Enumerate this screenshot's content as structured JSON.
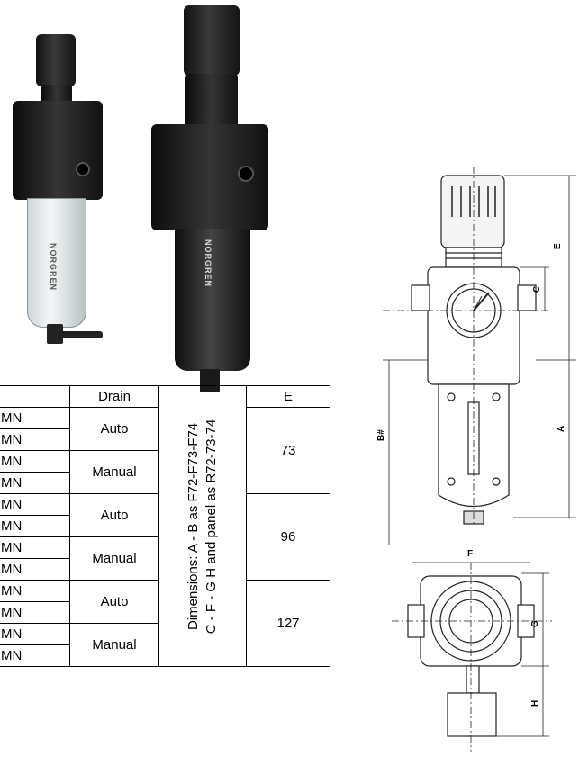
{
  "products": {
    "left_brand": "NORGREN",
    "right_brand": "NORGREN"
  },
  "table": {
    "headers": {
      "model": "",
      "drain": "Drain",
      "dims": "",
      "e": "E"
    },
    "rows": [
      {
        "model": "MN",
        "drain": "Auto",
        "e": "73"
      },
      {
        "model": "MN",
        "drain": "",
        "e": ""
      },
      {
        "model": "MN",
        "drain": "Manual",
        "e": ""
      },
      {
        "model": "MN",
        "drain": "",
        "e": ""
      },
      {
        "model": "MN",
        "drain": "Auto",
        "e": "96"
      },
      {
        "model": "MN",
        "drain": "",
        "e": ""
      },
      {
        "model": "MN",
        "drain": "Manual",
        "e": ""
      },
      {
        "model": "MN",
        "drain": "",
        "e": ""
      },
      {
        "model": "MN",
        "drain": "Auto",
        "e": "127"
      },
      {
        "model": "MN",
        "drain": "",
        "e": ""
      },
      {
        "model": "MN",
        "drain": "Manual",
        "e": ""
      },
      {
        "model": "MN",
        "drain": "",
        "e": ""
      }
    ],
    "dims_line1": "Dimensions: A - B as F72-F73-F74",
    "dims_line2": "C - F - G H and panel as R72-73-74"
  },
  "drawing": {
    "label_a": "A",
    "label_b": "B#",
    "label_c": "C",
    "label_e": "E",
    "label_f": "F",
    "label_g": "G",
    "label_h": "H"
  }
}
